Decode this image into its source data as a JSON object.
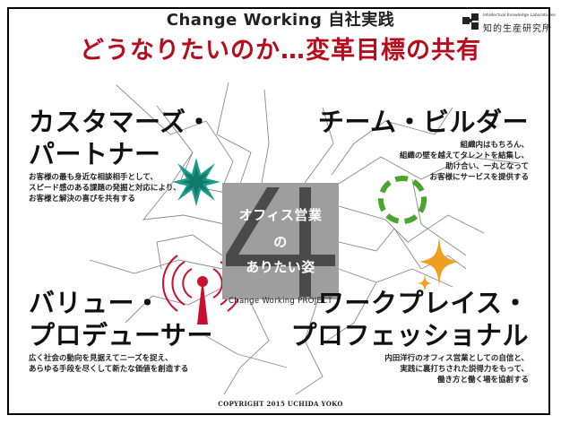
{
  "header": {
    "subtitle": "Change Working 自社実践",
    "title": "どうなりたいのか…変革目標の共有",
    "logo": {
      "en": "Intellectual Knowledge Laboratories",
      "jp": "知的生産研究所"
    }
  },
  "quadrants": [
    {
      "id": "customer-partner",
      "heading": [
        "カスタマーズ・",
        "パートナー"
      ],
      "description": [
        "お客様の最も身近な相談相手として、",
        "スピード感のある課題の発掘と対応により、",
        "お客様と解決の喜びを共有する"
      ]
    },
    {
      "id": "team-builder",
      "heading": [
        "チーム・ビルダー"
      ],
      "description": [
        "組織内はもちろん、",
        "組織の壁を越えてタレントを結集し、",
        "助け合い、一丸となって",
        "お客様にサービスを提供する"
      ]
    },
    {
      "id": "value-producer",
      "heading": [
        "バリュー・",
        "プロデューサー"
      ],
      "description": [
        "広く社会の動向を見据えてニーズを捉え、",
        "あらゆる手段を尽くして新たな価値を創造する"
      ]
    },
    {
      "id": "workplace-professional",
      "heading": [
        "ワークプレイス・",
        "プロフェッショナル"
      ],
      "description": [
        "内田洋行のオフィス営業としての自信と、",
        "実践に裏打ちされた説得力をもって、",
        "働き方と働く場を協創する"
      ]
    }
  ],
  "center": {
    "lines": [
      "オフィス営業",
      "の",
      "ありたい姿"
    ],
    "project": "Change Working PROJECT"
  },
  "footer": {
    "copyright": "COPYRIGHT 2015 UCHIDA YOKO"
  },
  "colors": {
    "title": "#b50d1e",
    "center_box": "#9e9e9e",
    "center_four": "#4a4a4a",
    "burst_teal": "#1a9b8c",
    "ring_green": "#4aa52c",
    "antenna_red": "#c8102e",
    "star_orange": "#f0a020"
  },
  "icons": [
    "puzzle-logo-icon",
    "burst-icon",
    "dashed-ring-icon",
    "antenna-signal-icon",
    "sparkle-icon"
  ]
}
